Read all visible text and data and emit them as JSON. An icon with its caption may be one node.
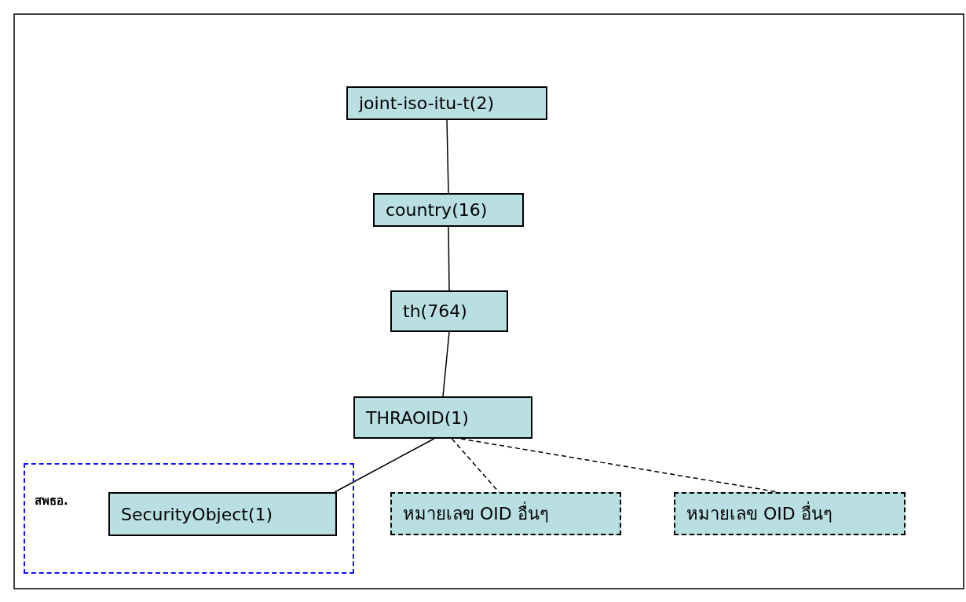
{
  "diagram": {
    "nodes": [
      {
        "text": [
          "joint-iso-itu-t(2)"
        ]
      },
      {
        "text": [
          "country(16)"
        ]
      },
      {
        "text": [
          "th(764)"
        ]
      },
      {
        "text": [
          "THRAOID(1)"
        ]
      },
      {
        "text": [
          "สพธอ."
        ]
      },
      {
        "text": [
          "SecurityObject(1)"
        ],
        "in": 4
      },
      {
        "text": [
          "หมายเลข OID อื่นๆ"
        ]
      },
      {
        "text": [
          "หมายเลข OID อื่นๆ"
        ]
      }
    ],
    "edges": [
      {
        "from": 0,
        "to": 1,
        "arrow": "none"
      },
      {
        "from": 1,
        "to": 2,
        "arrow": "none"
      },
      {
        "from": 2,
        "to": 3,
        "arrow": "none"
      },
      {
        "from": 3,
        "to": 5,
        "arrow": "none"
      },
      {
        "from": 3,
        "to": 6,
        "arrow": "none",
        "style": "dashed"
      },
      {
        "from": 3,
        "to": 7,
        "arrow": "none",
        "style": "dashed"
      }
    ]
  }
}
